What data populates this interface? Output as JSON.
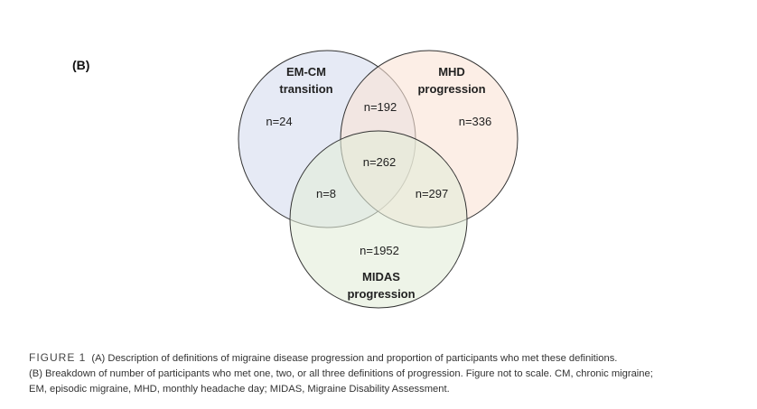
{
  "panel_label": "(B)",
  "venn": {
    "sets": [
      {
        "id": "em_cm",
        "label_line1": "EM-CM",
        "label_line2": "transition",
        "color": "#dbe1f1"
      },
      {
        "id": "mhd",
        "label_line1": "MHD",
        "label_line2": "progression",
        "color": "#fae3d5"
      },
      {
        "id": "midas",
        "label_line1": "MIDAS",
        "label_line2": "progression",
        "color": "#e2edd8"
      }
    ],
    "regions": {
      "em_cm_only": "n=24",
      "mhd_only": "n=336",
      "midas_only": "n=1952",
      "em_cm_mhd": "n=192",
      "em_cm_midas": "n=8",
      "mhd_midas": "n=297",
      "all_three": "n=262"
    }
  },
  "caption": {
    "tag": "FIGURE 1",
    "line1": "(A) Description of definitions of migraine disease progression and proportion of participants who met these definitions.",
    "line2": "(B) Breakdown of number of participants who met one, two, or all three definitions of progression. Figure not to scale. CM, chronic migraine;",
    "line3": "EM, episodic migraine, MHD, monthly headache day; MIDAS, Migraine Disability Assessment."
  }
}
